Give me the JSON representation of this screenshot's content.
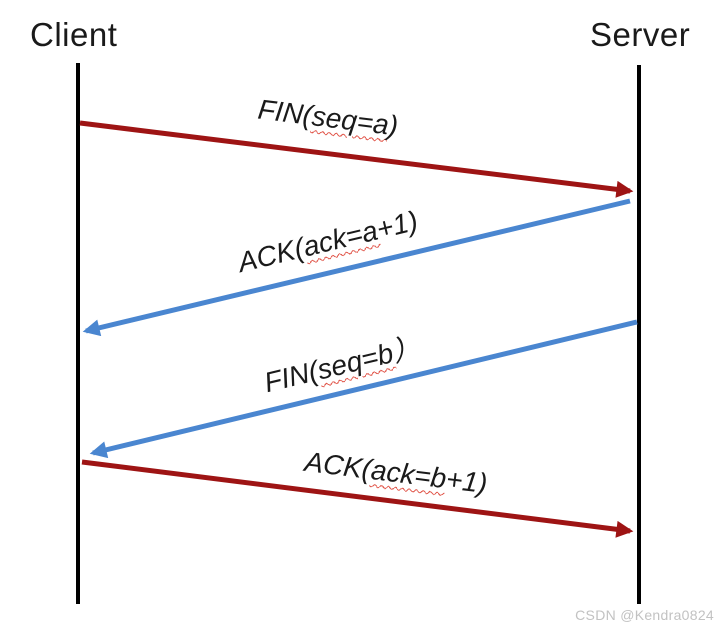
{
  "diagram_type": "tcp-four-way-handshake-sequence",
  "actors": [
    {
      "id": "client",
      "label": "Client"
    },
    {
      "id": "server",
      "label": "Server"
    }
  ],
  "arrows": [
    {
      "id": "fin-1",
      "from": "client",
      "to": "server",
      "color": "#9e1414",
      "label_pre": "FIN(",
      "label_mis": "seq=a",
      "label_post": ")"
    },
    {
      "id": "ack-1",
      "from": "server",
      "to": "client",
      "color": "#4a86d0",
      "label_pre": "ACK(",
      "label_mis": "ack=a",
      "label_post": "+1)"
    },
    {
      "id": "fin-2",
      "from": "server",
      "to": "client",
      "color": "#4a86d0",
      "label_pre": "FIN(",
      "label_mis": "seq=b",
      "label_post": "）"
    },
    {
      "id": "ack-2",
      "from": "client",
      "to": "server",
      "color": "#9e1414",
      "label_pre": "ACK(",
      "label_mis": "ack=b",
      "label_post": "+1)"
    }
  ],
  "watermark": {
    "text": "CSDN @Kendra0824"
  },
  "colors": {
    "arrow_red": "#9e1414",
    "arrow_blue": "#4a86d0",
    "lifeline": "#000000",
    "label_text": "#1a1a1a",
    "spellcheck_wavy": "#e05044",
    "watermark": "#c2c2c2",
    "background": "#ffffff"
  }
}
